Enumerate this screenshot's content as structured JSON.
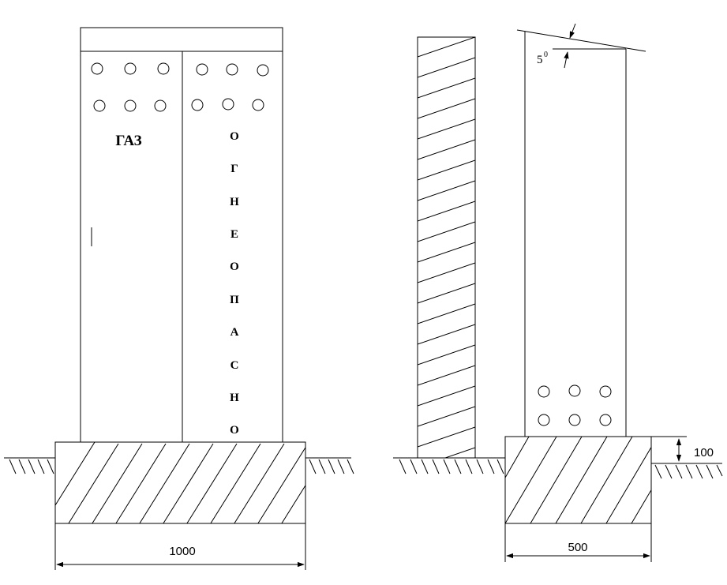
{
  "front_view": {
    "left_door_label": "ГАЗ",
    "right_door_letters": [
      "О",
      "Г",
      "Н",
      "Е",
      "О",
      "П",
      "А",
      "С",
      "Н",
      "О"
    ],
    "width_dimension": "1000"
  },
  "side_view": {
    "roof_angle": "5",
    "roof_angle_unit": "0",
    "foundation_height_dimension": "100",
    "width_dimension": "500"
  }
}
